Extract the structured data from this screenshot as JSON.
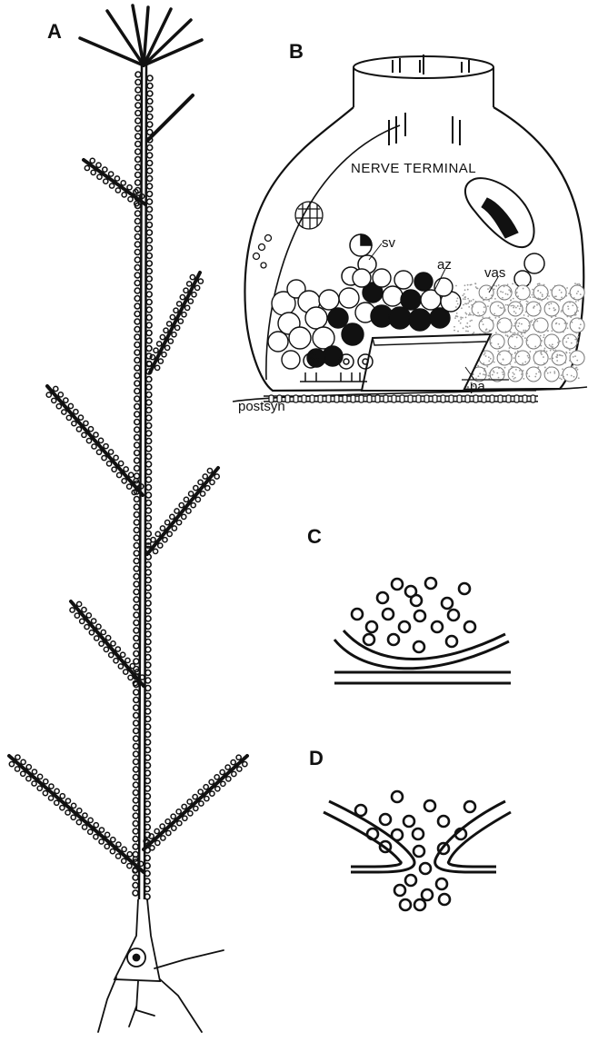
{
  "figure": {
    "panels": [
      {
        "id": "A",
        "label": "A"
      },
      {
        "id": "B",
        "label": "B"
      },
      {
        "id": "C",
        "label": "C"
      },
      {
        "id": "D",
        "label": "D"
      }
    ]
  },
  "panel_b": {
    "terminal_label": "NERVE TERMINAL",
    "labels": {
      "sv": "sv",
      "az": "az",
      "vas": "vas",
      "pa": "pa",
      "postsyn": "postsyn"
    }
  },
  "colors": {
    "ink": "#111111",
    "background": "#ffffff",
    "stipple": "#9a9a9a"
  }
}
